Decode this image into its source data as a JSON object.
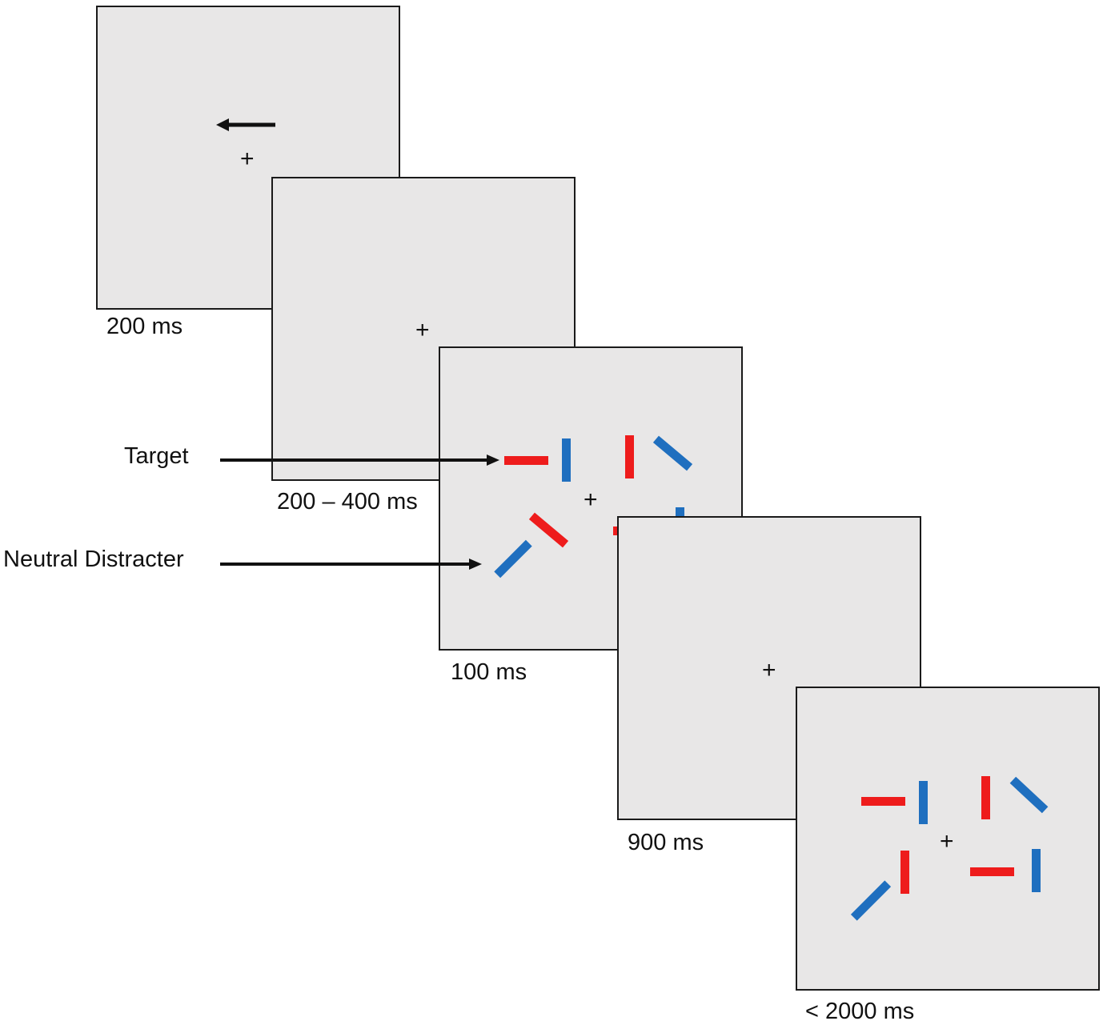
{
  "colors": {
    "frame_fill": "#e8e7e7",
    "red": "#ee1c1c",
    "blue": "#1f6fbf",
    "ink": "#111111"
  },
  "fixation_symbol": "+",
  "frames": [
    {
      "duration": "200 ms",
      "content": "cue arrow pointing left with fixation cross"
    },
    {
      "duration": "200 – 400 ms",
      "content": "fixation cross"
    },
    {
      "duration": "100 ms",
      "content": "search array of red and blue bars"
    },
    {
      "duration": "900 ms",
      "content": "fixation cross"
    },
    {
      "duration": "< 2000 ms",
      "content": "search array of red and blue bars"
    }
  ],
  "annotations": {
    "target": "Target",
    "neutral_distracter": "Neutral Distracter"
  }
}
